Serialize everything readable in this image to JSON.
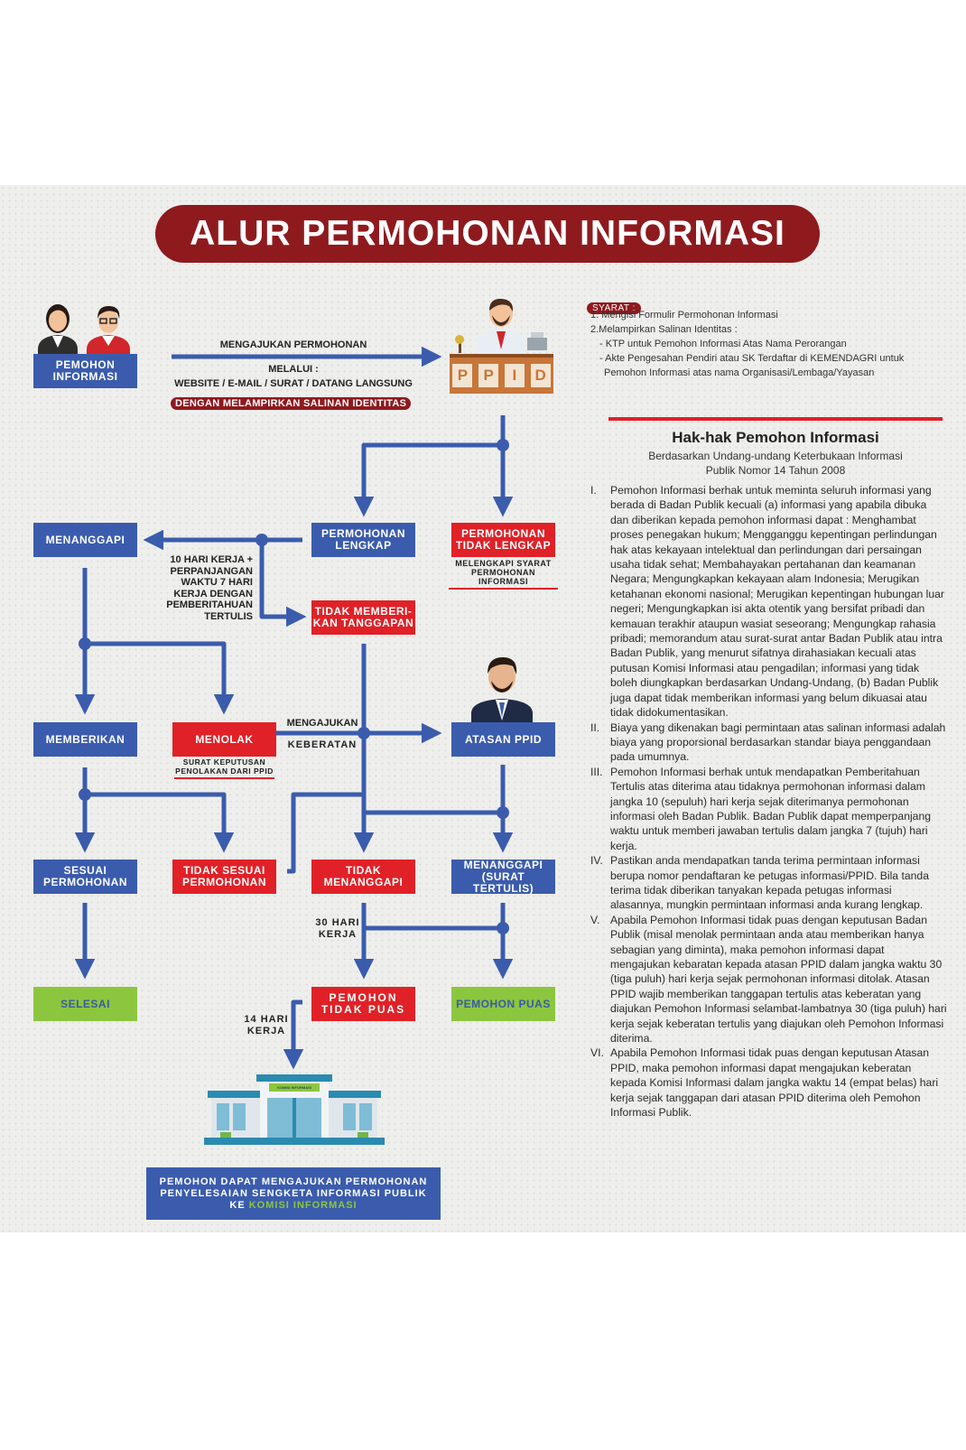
{
  "title": "ALUR PERMOHONAN INFORMASI",
  "colors": {
    "maroon": "#8e1a1e",
    "blue": "#3b5cad",
    "red": "#e02127",
    "green": "#8cc63f",
    "arrow": "#3b5cad"
  },
  "flow": {
    "pemohon": "PEMOHON\nINFORMASI",
    "mengajukan": "MENGAJUKAN PERMOHONAN",
    "melalui": "MELALUI :",
    "channels": "WEBSITE / E-MAIL / SURAT / DATANG LANGSUNG",
    "lampiran": "DENGAN MELAMPIRKAN SALINAN IDENTITAS",
    "ppid_letters": [
      "P",
      "P",
      "I",
      "D"
    ],
    "menanggapi": "MENANGGAPI",
    "lengkap": "PERMOHONAN\nLENGKAP",
    "tidak_lengkap": "PERMOHONAN\nTIDAK LENGKAP",
    "melengkapi": "MELENGKAPI SYARAT\nPERMOHONAN INFORMASI",
    "deadline_note": "10 HARI KERJA +\nPERPANJANGAN\nWAKTU 7 HARI\nKERJA DENGAN\nPEMBERITAHUAN\nTERTULIS",
    "tidak_memberi": "TIDAK MEMBERI-\nKAN TANGGAPAN",
    "memberikan": "MEMBERIKAN",
    "menolak": "MENOLAK",
    "sk_penolakan": "SURAT KEPUTUSAN\nPENOLAKAN DARI PPID",
    "mengajukan_keberatan_1": "MENGAJUKAN",
    "mengajukan_keberatan_2": "KEBERATAN",
    "atasan": "ATASAN PPID",
    "sesuai": "SESUAI\nPERMOHONAN",
    "tidak_sesuai": "TIDAK SESUAI\nPERMOHONAN",
    "tidak_menanggapi": "TIDAK\nMENANGGAPI",
    "menanggapi_surat": "MENANGGAPI\n(SURAT TERTULIS)",
    "hari30": "30 HARI\nKERJA",
    "selesai": "SELESAI",
    "tidak_puas": "PEMOHON\nTIDAK PUAS",
    "puas": "PEMOHON PUAS",
    "hari14": "14 HARI\nKERJA",
    "building_sign": "KOMISI INFORMASI",
    "final_1": "PEMOHON DAPAT MENGAJUKAN PERMOHONAN",
    "final_2": "PENYELESAIAN SENGKETA INFORMASI PUBLIK",
    "final_3a": "KE ",
    "final_3b": "KOMISI INFORMASI"
  },
  "syarat": {
    "label": "SYARAT :",
    "lines": [
      "1. Mengisi Formulir Permohonan Informasi",
      "2.Melampirkan Salinan Identitas :",
      "- KTP untuk Pemohon Informasi Atas Nama Perorangan",
      "- Akte Pengesahan Pendiri atau SK Terdaftar di KEMENDAGRI untuk",
      "Pemohon Informasi atas nama Organisasi/Lembaga/Yayasan"
    ]
  },
  "rights": {
    "title": "Hak-hak Pemohon Informasi",
    "subtitle": "Berdasarkan Undang-undang Keterbukaan Informasi\nPublik Nomor 14 Tahun 2008",
    "items": [
      {
        "num": "I.",
        "text": "Pemohon Informasi berhak untuk meminta seluruh informasi yang berada di Badan Publik kecuali (a) informasi yang apabila dibuka dan diberikan kepada pemohon informasi dapat : Menghambat proses penegakan hukum; Mengganggu kepentingan perlindungan hak atas kekayaan intelektual dan perlindungan dari persaingan usaha tidak sehat; Membahayakan pertahanan dan keamanan Negara; Mengungkapkan kekayaan alam Indonesia; Merugikan ketahanan ekonomi nasional; Merugikan kepentingan hubungan luar negeri; Mengungkapkan isi akta otentik yang bersifat pribadi dan kemauan terakhir ataupun wasiat seseorang; Mengungkap rahasia pribadi; memorandum atau surat-surat antar Badan Publik atau intra Badan Publik, yang menurut sifatnya dirahasiakan kecuali atas putusan Komisi Informasi atau pengadilan; informasi yang tidak boleh diungkapkan berdasarkan Undang-Undang, (b) Badan Publik juga dapat tidak memberikan informasi yang belum dikuasai atau tidak didokumentasikan."
      },
      {
        "num": "II.",
        "text": "Biaya yang dikenakan bagi permintaan atas salinan informasi adalah biaya yang proporsional berdasarkan standar biaya penggandaan pada umumnya."
      },
      {
        "num": "III.",
        "text": "Pemohon Informasi berhak untuk  mendapatkan Pemberitahuan Tertulis atas diterima atau tidaknya permohonan informasi dalam jangka 10 (sepuluh) hari kerja sejak diterimanya permohonan informasi oleh Badan Publik. Badan Publik dapat memperpanjang waktu untuk memberi jawaban tertulis dalam  jangka  7 (tujuh) hari kerja."
      },
      {
        "num": "IV.",
        "text": "Pastikan anda mendapatkan tanda terima permintaan informasi berupa nomor pendaftaran ke petugas informasi/PPID. Bila tanda terima tidak diberikan tanyakan kepada petugas informasi alasannya, mungkin permintaan informasi anda kurang lengkap."
      },
      {
        "num": "V.",
        "text": "Apabila Pemohon Informasi tidak puas dengan keputusan Badan Publik (misal menolak permintaan anda atau memberikan hanya sebagian yang diminta), maka pemohon informasi dapat mengajukan kebaratan kepada atasan PPID dalam jangka waktu 30 (tiga puluh) hari kerja sejak permohonan informasi ditolak. Atasan PPID wajib memberikan tanggapan tertulis atas keberatan yang diajukan  Pemohon Informasi selambat-lambatnya 30 (tiga puluh) hari kerja sejak keberatan tertulis yang diajukan oleh Pemohon Informasi diterima."
      },
      {
        "num": "VI.",
        "text": "Apabila Pemohon Informasi tidak puas dengan keputusan Atasan PPID, maka pemohon informasi dapat mengajukan keberatan kepada Komisi Informasi dalam jangka waktu 14 (empat belas) hari kerja sejak tanggapan  dari atasan PPID diterima oleh Pemohon Informasi Publik."
      }
    ]
  }
}
